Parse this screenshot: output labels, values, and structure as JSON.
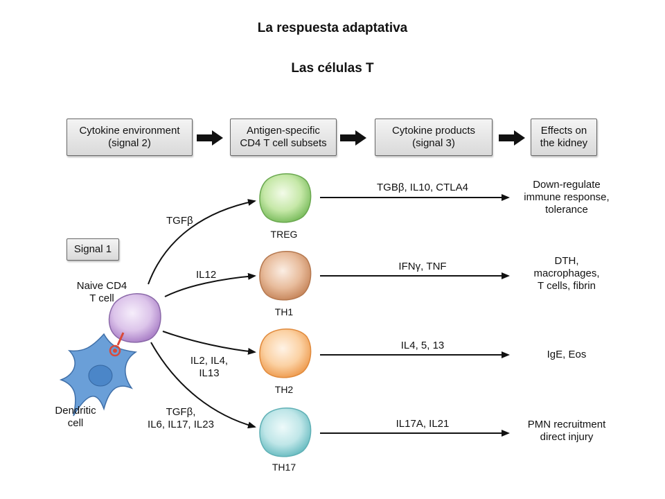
{
  "titles": {
    "main": "La respuesta adaptativa",
    "sub": "Las células T"
  },
  "header": {
    "box1": [
      "Cytokine environment",
      "(signal 2)"
    ],
    "box2": [
      "Antigen-specific",
      "CD4 T cell subsets"
    ],
    "box3": [
      "Cytokine products",
      "(signal 3)"
    ],
    "box4": [
      "Effects on",
      "the kidney"
    ]
  },
  "signal1": "Signal 1",
  "naive": [
    "Naive CD4",
    "T cell"
  ],
  "dendritic": [
    "Dendritic",
    "cell"
  ],
  "subsets": [
    {
      "name": "TREG",
      "signal2": [
        "TGFβ"
      ],
      "products": "TGBβ, IL10, CTLA4",
      "effects": [
        "Down-regulate",
        "immune response,",
        "tolerance"
      ],
      "color": "#8fcf78"
    },
    {
      "name": "TH1",
      "signal2": [
        "IL12"
      ],
      "products": "IFNγ, TNF",
      "effects": [
        "DTH,",
        "macrophages,",
        "T cells, fibrin"
      ],
      "color": "#d8a07c"
    },
    {
      "name": "TH2",
      "signal2": [
        "IL2, IL4,",
        "IL13"
      ],
      "products": "IL4, 5, 13",
      "effects": [
        "IgE, Eos"
      ],
      "color": "#f6b879"
    },
    {
      "name": "TH17",
      "signal2": [
        "TGFβ,",
        "IL6, IL17, IL23"
      ],
      "products": "IL17A, IL21",
      "effects": [
        "PMN recruitment",
        "direct injury"
      ],
      "color": "#8fd0d4"
    }
  ],
  "colors": {
    "naive": "#c9a6dc",
    "dendritic": "#6a9fd8",
    "receptor": "#d84a3a"
  }
}
